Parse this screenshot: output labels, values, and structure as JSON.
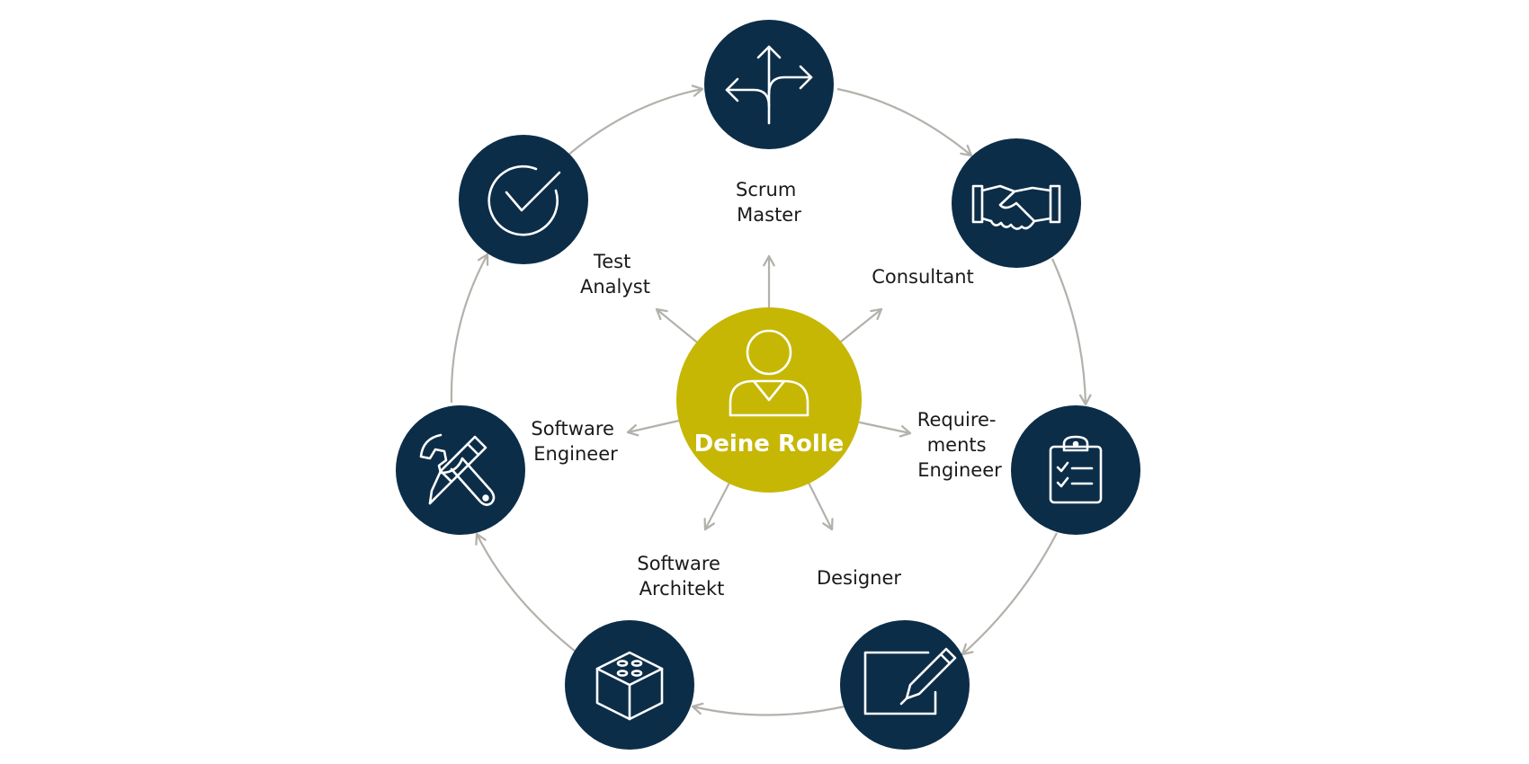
{
  "center": {
    "label": "Deine Rolle",
    "icon": "person-icon",
    "color": "#c6b705"
  },
  "node_color": "#0c2d48",
  "line_color": "#b3b1ab",
  "roles": [
    {
      "id": "scrum-master",
      "lines": [
        "Scrum",
        "Master"
      ],
      "icon": "crossroads-arrows-icon"
    },
    {
      "id": "consultant",
      "lines": [
        "Consultant"
      ],
      "icon": "handshake-icon"
    },
    {
      "id": "requirements-engineer",
      "lines": [
        "Require-",
        "ments",
        "Engineer"
      ],
      "icon": "clipboard-checklist-icon"
    },
    {
      "id": "designer",
      "lines": [
        "Designer"
      ],
      "icon": "edit-pencil-icon"
    },
    {
      "id": "software-architekt",
      "lines": [
        "Software",
        "Architekt"
      ],
      "icon": "building-block-icon"
    },
    {
      "id": "software-engineer",
      "lines": [
        "Software",
        "Engineer"
      ],
      "icon": "wrench-pen-tools-icon"
    },
    {
      "id": "test-analyst",
      "lines": [
        "Test",
        "Analyst"
      ],
      "icon": "checkmark-circle-icon"
    }
  ]
}
